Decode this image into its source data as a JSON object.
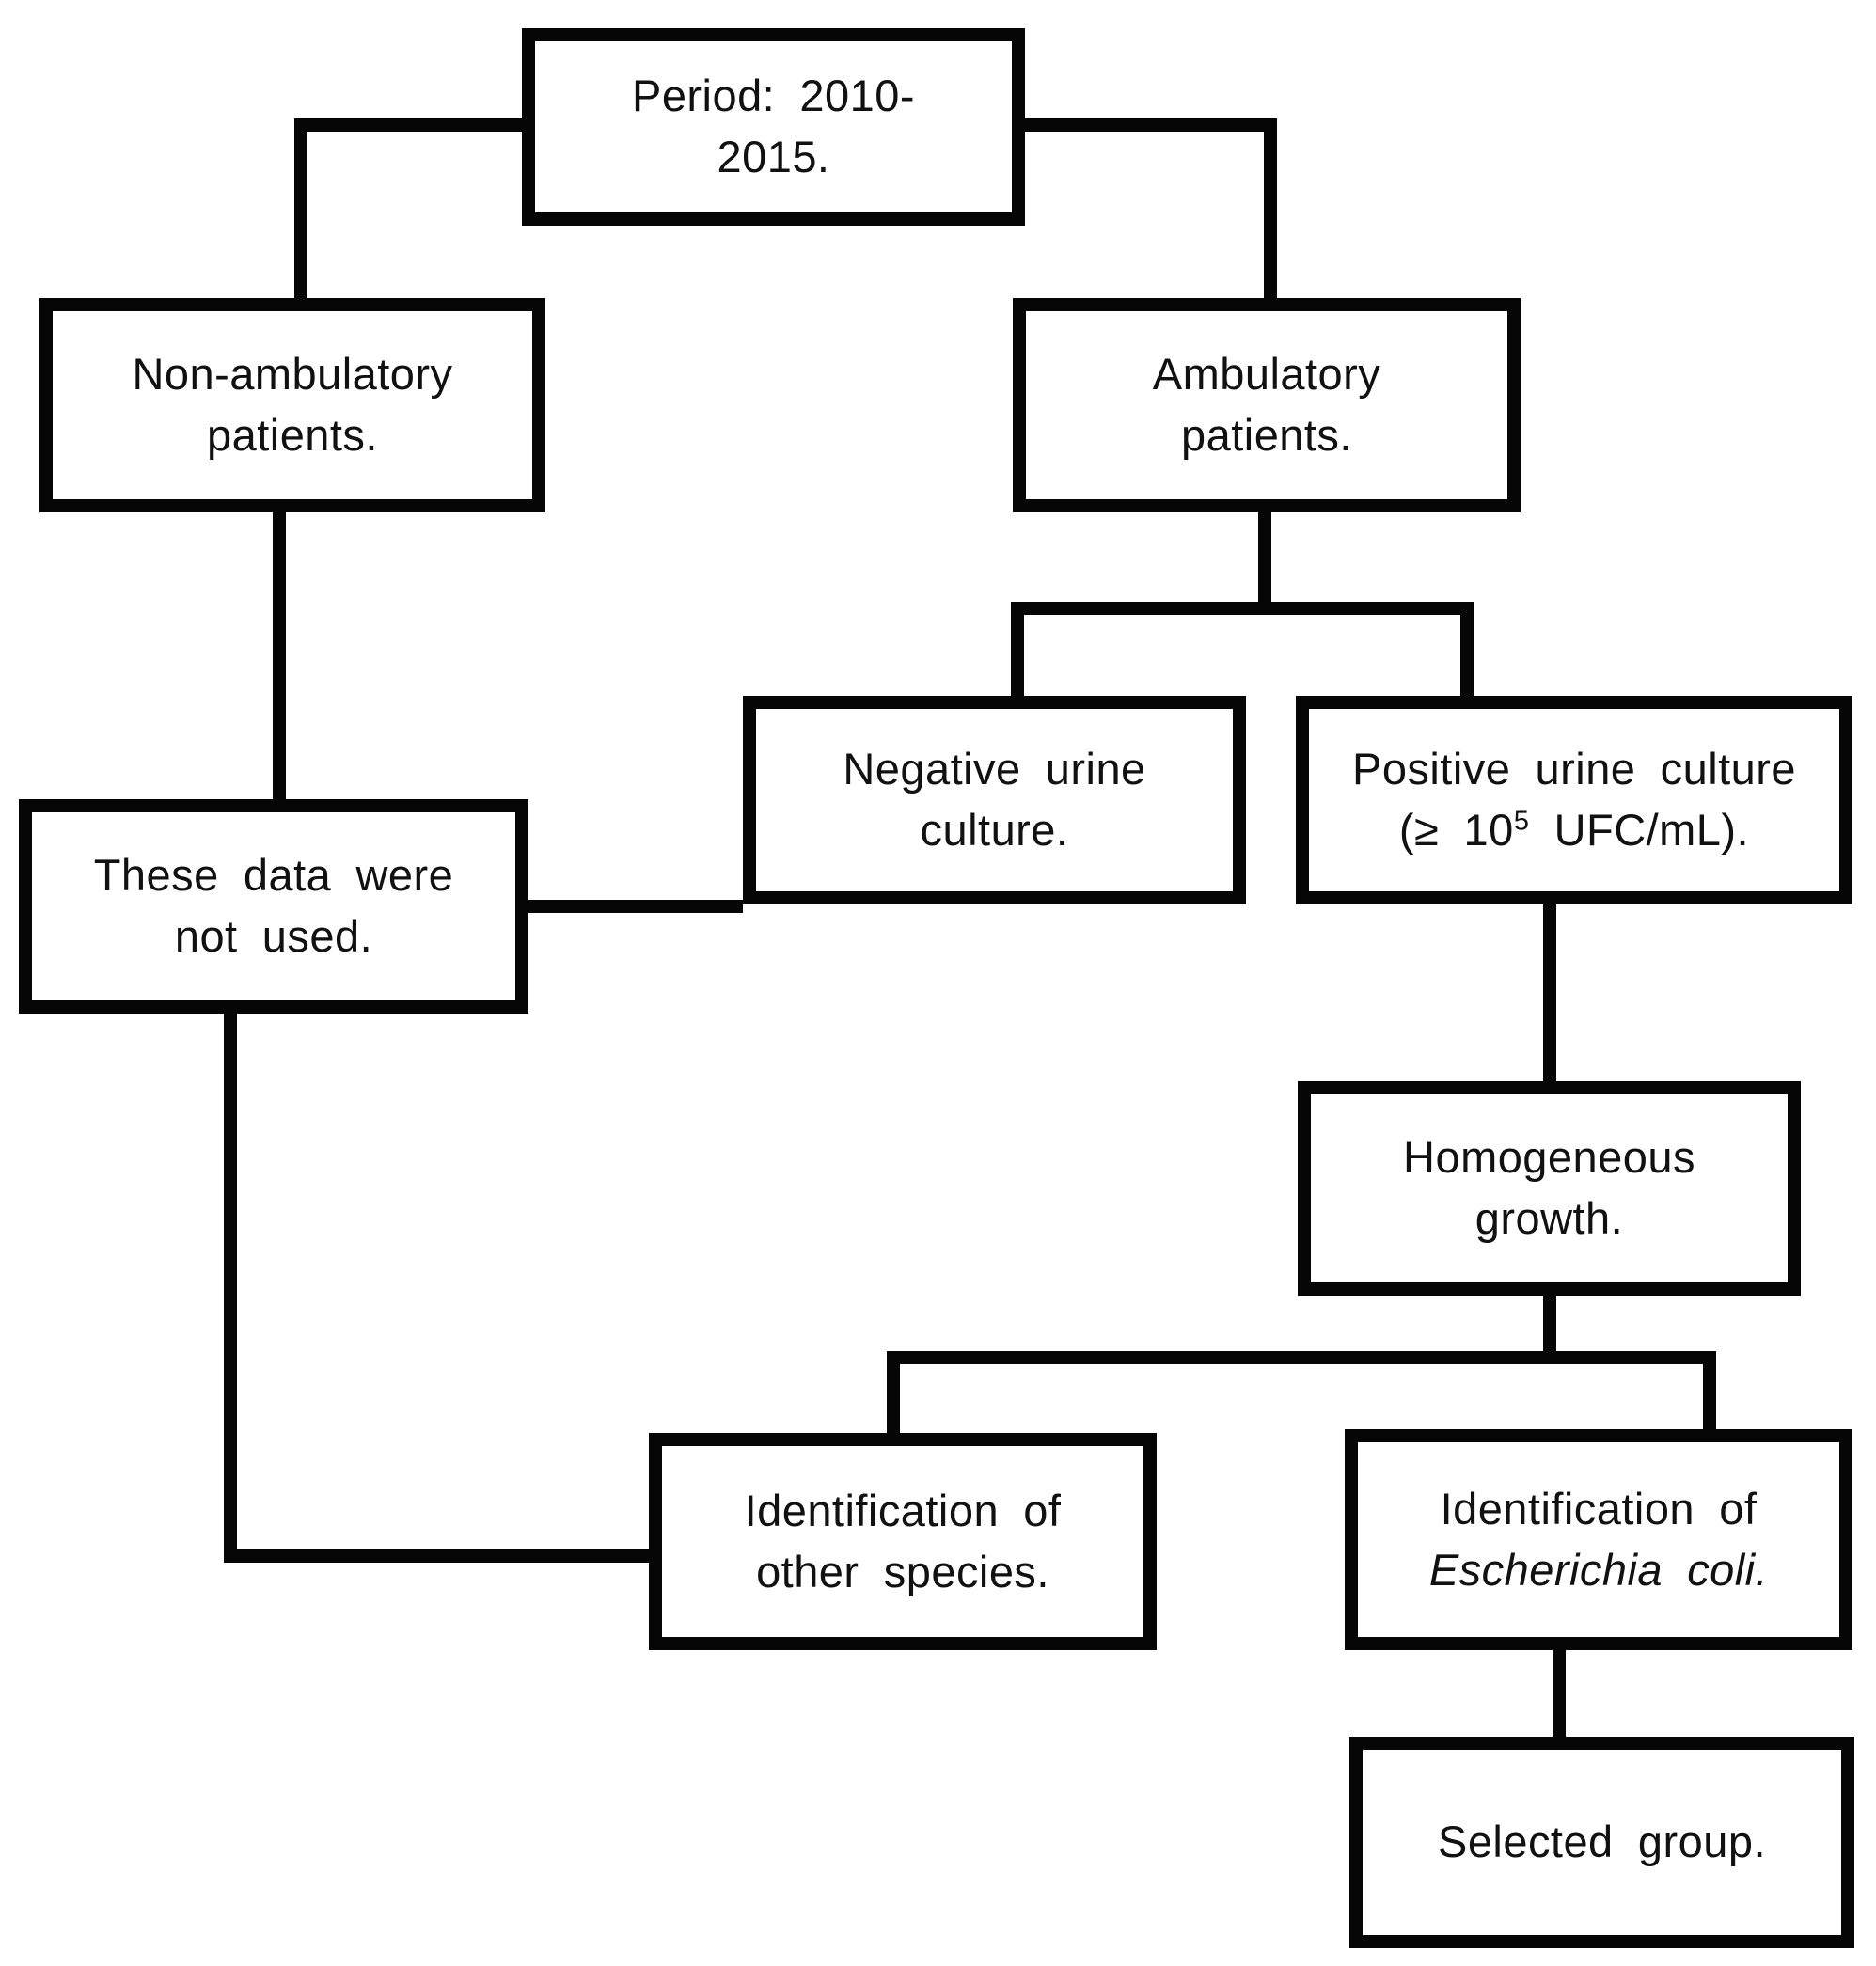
{
  "diagram": {
    "type": "flowchart",
    "title": "Patient / sample selection flowchart",
    "colors": {
      "line": "#060606",
      "box_border": "#060606",
      "box_fill": "#ffffff",
      "background": "#ffffff",
      "text": "#111111"
    },
    "boxes": {
      "period": "Period: 2010-\n2015.",
      "non_ambulatory": "Non-ambulatory\npatients.",
      "ambulatory": "Ambulatory\npatients.",
      "negative": "Negative urine\nculture.",
      "positive_line1": "Positive urine culture",
      "positive_prefix": "(≥ 10",
      "positive_sup": "5",
      "positive_suffix": " UFC/mL).",
      "these_data": "These data were\nnot used.",
      "homogeneous": "Homogeneous\ngrowth.",
      "other_species": "Identification of\nother species.",
      "ecoli_line1": "Identification of",
      "ecoli_line2": "Escherichia coli.",
      "selected": "Selected group."
    },
    "edges": [
      {
        "from": "period",
        "to": "non_ambulatory"
      },
      {
        "from": "period",
        "to": "ambulatory"
      },
      {
        "from": "non_ambulatory",
        "to": "these_data"
      },
      {
        "from": "ambulatory",
        "to": "negative"
      },
      {
        "from": "ambulatory",
        "to": "positive"
      },
      {
        "from": "negative",
        "to": "these_data"
      },
      {
        "from": "positive",
        "to": "homogeneous"
      },
      {
        "from": "homogeneous",
        "to": "other_species"
      },
      {
        "from": "homogeneous",
        "to": "ecoli"
      },
      {
        "from": "other_species",
        "to": "these_data"
      },
      {
        "from": "ecoli",
        "to": "selected"
      }
    ]
  }
}
